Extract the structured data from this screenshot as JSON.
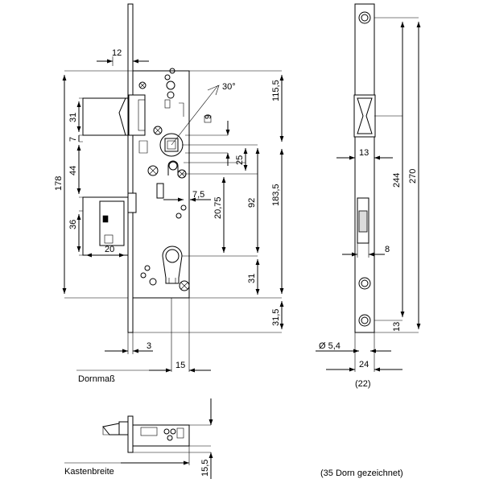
{
  "labels": {
    "dornmass": "Dornmaß",
    "kastenbreite": "Kastenbreite",
    "note": "(35 Dorn gezeichnet)",
    "angle": "30°",
    "diameter": "Ø 5,4",
    "bracket22": "(22)"
  },
  "dimensions": {
    "d12": "12",
    "d115_5": "115,5",
    "d9": "9",
    "d31_top": "31",
    "d7": "7",
    "d178": "178",
    "d44": "44",
    "d25": "25",
    "d183_5": "183,5",
    "d7_5": "7,5",
    "d20_75": "20,75",
    "d92": "92",
    "d36": "36",
    "d20": "20",
    "d31_low": "31",
    "d31_5": "31,5",
    "d3": "3",
    "d15": "15",
    "d15_5": "15,5",
    "d13_top": "13",
    "d244": "244",
    "d270": "270",
    "d8": "8",
    "d13_low": "13",
    "d24": "24"
  }
}
